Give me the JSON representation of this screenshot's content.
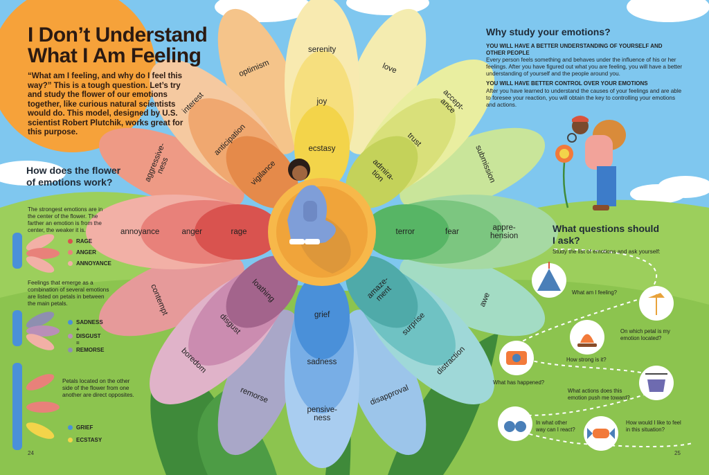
{
  "title": {
    "line1": "I Don’t Understand",
    "line2": "What I Am Feeling"
  },
  "intro": "“What am I feeling, and why do I feel this way?” This is a tough question. Let’s try and study the flower of our emotions together, like curious natural scientists would do. This model, designed by U.S. scientist Robert Plutchik, works great for this purpose.",
  "how": {
    "heading": "How does the flower of emotions work?",
    "p1": "The strongest emotions are in the center of the flower. The farther an emotion is from the center, the weaker it is.",
    "legend1": [
      {
        "label": "RAGE",
        "color": "#d9534f"
      },
      {
        "label": "ANGER",
        "color": "#e8817a"
      },
      {
        "label": "ANNOYANCE",
        "color": "#f2b0a6"
      }
    ],
    "p2": "Feelings that emerge as a combination of several emotions are listed on petals in between the main petals.",
    "legend2": [
      {
        "label": "SADNESS",
        "color": "#4a90d9"
      },
      {
        "label": "+",
        "color": ""
      },
      {
        "label": "DISGUST",
        "color": "#b98fb8"
      },
      {
        "label": "=",
        "color": ""
      },
      {
        "label": "REMORSE",
        "color": "#8e8fb0"
      }
    ],
    "p3": "Petals located on the other side of the flower from one another are direct opposites.",
    "legend3": [
      {
        "label": "GRIEF",
        "color": "#4a90d9"
      },
      {
        "label": "ECSTASY",
        "color": "#f3d44a"
      }
    ]
  },
  "why": {
    "heading": "Why study your emotions?",
    "s1_head": "YOU WILL HAVE A BETTER UNDERSTANDING OF YOURSELF AND OTHER PEOPLE",
    "s1_body": "Every person feels something and behaves under the influence of his or her feelings. After you have figured out what you are feeling, you will have a better understanding of yourself and the people around you.",
    "s2_head": "YOU WILL HAVE BETTER CONTROL OVER YOUR EMOTIONS",
    "s2_body": "After you have learned to understand the causes of your feelings and are able to foresee your reaction, you will obtain the key to controlling your emotions and actions."
  },
  "questions": {
    "heading": "What questions should I ask?",
    "intro": "Study the list of emotions and ask yourself:",
    "items": [
      {
        "text": "What am I feeling?",
        "icon": "tent-icon"
      },
      {
        "text": "On which petal is my emotion located?",
        "icon": "weathervane-icon"
      },
      {
        "text": "How strong is it?",
        "icon": "campfire-icon"
      },
      {
        "text": "What has happened?",
        "icon": "camera-icon"
      },
      {
        "text": "What actions does this emotion push me toward?",
        "icon": "cooking-pot-icon"
      },
      {
        "text": "In what other way can I react?",
        "icon": "binoculars-icon"
      },
      {
        "text": "How would I like to feel in this situation?",
        "icon": "candy-icon"
      }
    ]
  },
  "petals": {
    "serenity": "serenity",
    "joy": "joy",
    "ecstasy": "ecstasy",
    "love": "love",
    "optimism": "optimism",
    "acceptance": "accept-\nance",
    "trust": "trust",
    "admiration": "admira-\ntion",
    "submission": "submission",
    "apprehension": "appre-\nhension",
    "fear": "fear",
    "terror": "terror",
    "awe": "awe",
    "distraction": "distraction",
    "surprise": "surprise",
    "amazement": "amaze-\nment",
    "disapproval": "disapproval",
    "pensiveness": "pensive-\nness",
    "sadness": "sadness",
    "grief": "grief",
    "remorse": "remorse",
    "boredom": "boredom",
    "disgust": "disgust",
    "loathing": "loathing",
    "contempt": "contempt",
    "annoyance": "annoyance",
    "anger": "anger",
    "rage": "rage",
    "aggressiveness": "aggressive-\nness",
    "interest": "interest",
    "anticipation": "anticipation",
    "vigilance": "vigilance"
  },
  "page_left": "24",
  "page_right": "25"
}
